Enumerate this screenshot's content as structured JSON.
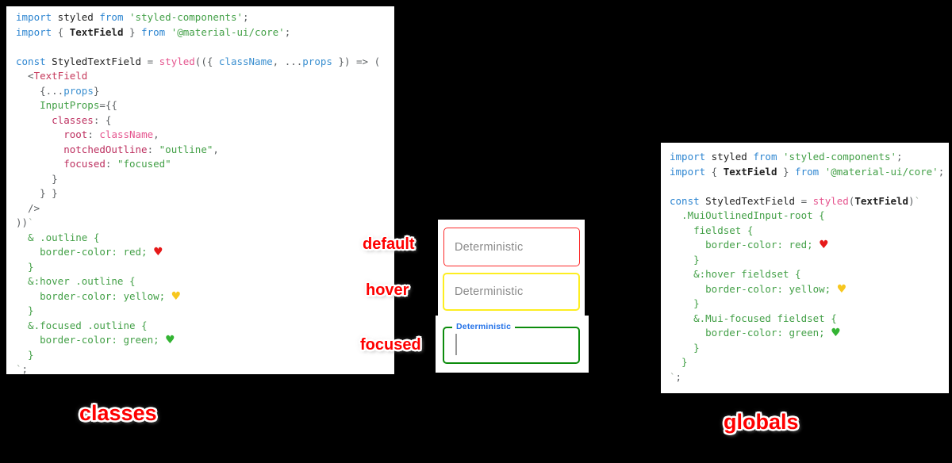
{
  "background_color": "#000000",
  "token_colors": {
    "kw": "#2e86d1",
    "pl": "#222222",
    "pl2": "#222222",
    "pu": "#5c6063",
    "str": "#43a047",
    "g": "#43a047",
    "css": "#43a047",
    "fn": "#e5548e",
    "prop": "#bd3060",
    "tag": "#c63a5c",
    "var": "#3a8fd0",
    "tick": "#9aa89a",
    "hr": "#e61919",
    "hy": "#f7c71f",
    "hg": "#33b433"
  },
  "left_code": {
    "lines": [
      [
        [
          "kw",
          "import"
        ],
        [
          "pl",
          " styled "
        ],
        [
          "kw",
          "from"
        ],
        [
          "pl",
          " "
        ],
        [
          "str",
          "'styled-components'"
        ],
        [
          "pu",
          ";"
        ]
      ],
      [
        [
          "kw",
          "import"
        ],
        [
          "pu",
          " { "
        ],
        [
          "pl2",
          "TextField"
        ],
        [
          "pu",
          " } "
        ],
        [
          "kw",
          "from"
        ],
        [
          "pl",
          " "
        ],
        [
          "str",
          "'@material-ui/core'"
        ],
        [
          "pu",
          ";"
        ]
      ],
      [],
      [
        [
          "kw",
          "const"
        ],
        [
          "pl",
          " StyledTextField "
        ],
        [
          "pu",
          "= "
        ],
        [
          "fn",
          "styled"
        ],
        [
          "pu",
          "(({ "
        ],
        [
          "var",
          "className"
        ],
        [
          "pu",
          ", ..."
        ],
        [
          "var",
          "props"
        ],
        [
          "pu",
          " }) => ("
        ]
      ],
      [
        [
          "pu",
          "  <"
        ],
        [
          "tag",
          "TextField"
        ]
      ],
      [
        [
          "pu",
          "    {..."
        ],
        [
          "var",
          "props"
        ],
        [
          "pu",
          "}"
        ]
      ],
      [
        [
          "g",
          "    InputProps"
        ],
        [
          "pu",
          "={{"
        ]
      ],
      [
        [
          "pu",
          "      "
        ],
        [
          "prop",
          "classes"
        ],
        [
          "pu",
          ": {"
        ]
      ],
      [
        [
          "pu",
          "        "
        ],
        [
          "prop",
          "root"
        ],
        [
          "pu",
          ": "
        ],
        [
          "fn",
          "className"
        ],
        [
          "pu",
          ","
        ]
      ],
      [
        [
          "pu",
          "        "
        ],
        [
          "prop",
          "notchedOutline"
        ],
        [
          "pu",
          ": "
        ],
        [
          "str",
          "\"outline\""
        ],
        [
          "pu",
          ","
        ]
      ],
      [
        [
          "pu",
          "        "
        ],
        [
          "prop",
          "focused"
        ],
        [
          "pu",
          ": "
        ],
        [
          "str",
          "\"focused\""
        ]
      ],
      [
        [
          "pu",
          "      }"
        ]
      ],
      [
        [
          "pu",
          "    } }"
        ]
      ],
      [
        [
          "pu",
          "  />"
        ]
      ],
      [
        [
          "pu",
          "))"
        ],
        [
          "tick",
          "`"
        ]
      ],
      [
        [
          "css",
          "  & .outline {"
        ]
      ],
      [
        [
          "css",
          "    border-color: red; "
        ],
        [
          "hr",
          "♥"
        ]
      ],
      [
        [
          "css",
          "  }"
        ]
      ],
      [
        [
          "css",
          "  &:hover .outline {"
        ]
      ],
      [
        [
          "css",
          "    border-color: yellow; "
        ],
        [
          "hy",
          "♥"
        ]
      ],
      [
        [
          "css",
          "  }"
        ]
      ],
      [
        [
          "css",
          "  &.focused .outline {"
        ]
      ],
      [
        [
          "css",
          "    border-color: green; "
        ],
        [
          "hg",
          "♥"
        ]
      ],
      [
        [
          "css",
          "  }"
        ]
      ],
      [
        [
          "tick",
          "`"
        ],
        [
          "pu",
          ";"
        ]
      ]
    ]
  },
  "right_code": {
    "lines": [
      [
        [
          "kw",
          "import"
        ],
        [
          "pl",
          " styled "
        ],
        [
          "kw",
          "from"
        ],
        [
          "pl",
          " "
        ],
        [
          "str",
          "'styled-components'"
        ],
        [
          "pu",
          ";"
        ]
      ],
      [
        [
          "kw",
          "import"
        ],
        [
          "pu",
          " { "
        ],
        [
          "pl2",
          "TextField"
        ],
        [
          "pu",
          " } "
        ],
        [
          "kw",
          "from"
        ],
        [
          "pl",
          " "
        ],
        [
          "str",
          "'@material-ui/core'"
        ],
        [
          "pu",
          ";"
        ]
      ],
      [],
      [
        [
          "kw",
          "const"
        ],
        [
          "pl",
          " StyledTextField "
        ],
        [
          "pu",
          "= "
        ],
        [
          "fn",
          "styled"
        ],
        [
          "pu",
          "("
        ],
        [
          "pl2",
          "TextField"
        ],
        [
          "pu",
          ")"
        ],
        [
          "tick",
          "`"
        ]
      ],
      [
        [
          "css",
          "  .MuiOutlinedInput-root {"
        ]
      ],
      [
        [
          "css",
          "    fieldset {"
        ]
      ],
      [
        [
          "css",
          "      border-color: red; "
        ],
        [
          "hr",
          "♥"
        ]
      ],
      [
        [
          "css",
          "    }"
        ]
      ],
      [
        [
          "css",
          "    &:hover fieldset {"
        ]
      ],
      [
        [
          "css",
          "      border-color: yellow; "
        ],
        [
          "hy",
          "♥"
        ]
      ],
      [
        [
          "css",
          "    }"
        ]
      ],
      [
        [
          "css",
          "    &.Mui-focused fieldset {"
        ]
      ],
      [
        [
          "css",
          "      border-color: green; "
        ],
        [
          "hg",
          "♥"
        ]
      ],
      [
        [
          "css",
          "    }"
        ]
      ],
      [
        [
          "css",
          "  }"
        ]
      ],
      [
        [
          "tick",
          "`"
        ],
        [
          "pu",
          ";"
        ]
      ]
    ]
  },
  "middle": {
    "fields": [
      {
        "state": "default",
        "text": "Deterministic",
        "border_color": "#fb2b2b"
      },
      {
        "state": "hover",
        "text": "Deterministic",
        "border_color": "#fdee21"
      },
      {
        "state": "focused",
        "label": "Deterministic",
        "border_color": "#0c8c0c",
        "label_color": "#2472e8"
      }
    ],
    "state_labels": [
      {
        "text": "default"
      },
      {
        "text": "hover"
      },
      {
        "text": "focused"
      }
    ]
  },
  "captions": {
    "left": "classes",
    "right": "globals"
  },
  "label_color": "#fe0000",
  "placeholder_color": "#8a8a8a"
}
